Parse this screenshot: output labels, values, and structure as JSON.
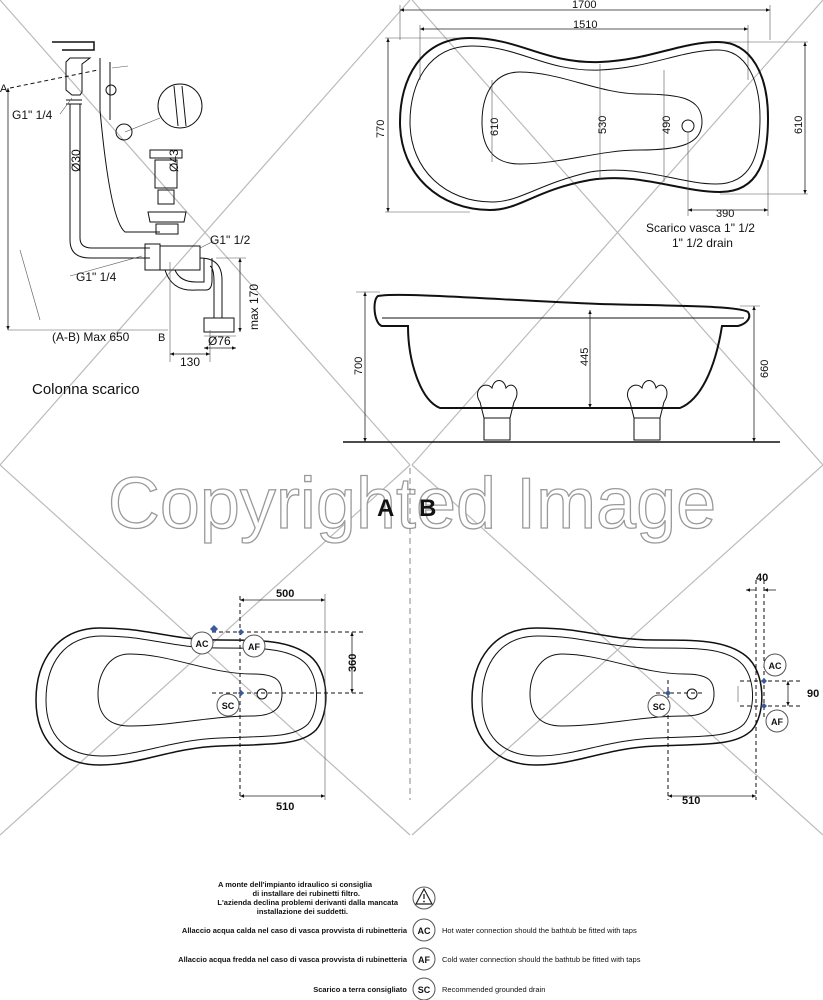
{
  "watermark": {
    "text": "Copyrighted Image"
  },
  "drain_column": {
    "title": "Colonna scarico",
    "labels": {
      "point_a": "A",
      "point_b": "B",
      "thread_top": "G1\" 1/4",
      "thread_bottom": "G1\" 1/4",
      "thread_trap": "G1\" 1/2",
      "pipe_dia": "Ø30",
      "drain_dia": "Ø43",
      "outlet_dia": "Ø76",
      "max_height": "max 170",
      "ab_max": "(A-B) Max 650",
      "offset": "130"
    }
  },
  "top_view": {
    "overall_length": "1700",
    "inner_length": "1510",
    "overall_width_left": "770",
    "width_inner_left": "610",
    "width_mid": "530",
    "width_right_inner": "490",
    "width_right": "610",
    "drain_offset": "390",
    "drain_label_it": "Scarico vasca 1\" 1/2",
    "drain_label_en": "1\" 1/2  drain"
  },
  "side_view": {
    "total_height": "700",
    "inner_depth": "445",
    "rim_height": "660"
  },
  "sections": {
    "a_label": "A",
    "b_label": "B"
  },
  "plan_a": {
    "dim_top": "500",
    "dim_side": "360",
    "dim_bottom": "510",
    "markers": {
      "ac": "AC",
      "af": "AF",
      "sc": "SC"
    }
  },
  "plan_b": {
    "dim_top": "40",
    "dim_side": "90",
    "dim_bottom": "510",
    "markers": {
      "ac": "AC",
      "af": "AF",
      "sc": "SC"
    }
  },
  "legend": {
    "warning_lines": [
      "A monte dell'impianto idraulico si consiglia",
      "di installare dei rubinetti filtro.",
      "L'azienda declina problemi derivanti dalla mancata",
      "installazione dei suddetti."
    ],
    "warning_icon": "warning-icon",
    "rows": [
      {
        "code": "AC",
        "it": "Allaccio acqua calda nel caso di vasca provvista di rubinetteria",
        "en": "Hot water connection should the bathtub be fitted with taps"
      },
      {
        "code": "AF",
        "it": "Allaccio acqua  fredda nel caso di vasca provvista di rubinetteria",
        "en": "Cold water connection should the bathtub be fitted with taps"
      },
      {
        "code": "SC",
        "it": "Scarico a terra consigliato",
        "en": "Recommended grounded drain"
      }
    ]
  },
  "colors": {
    "line": "#111111",
    "watermark": "#9a9a9a",
    "marker": "#3a5a9a"
  }
}
